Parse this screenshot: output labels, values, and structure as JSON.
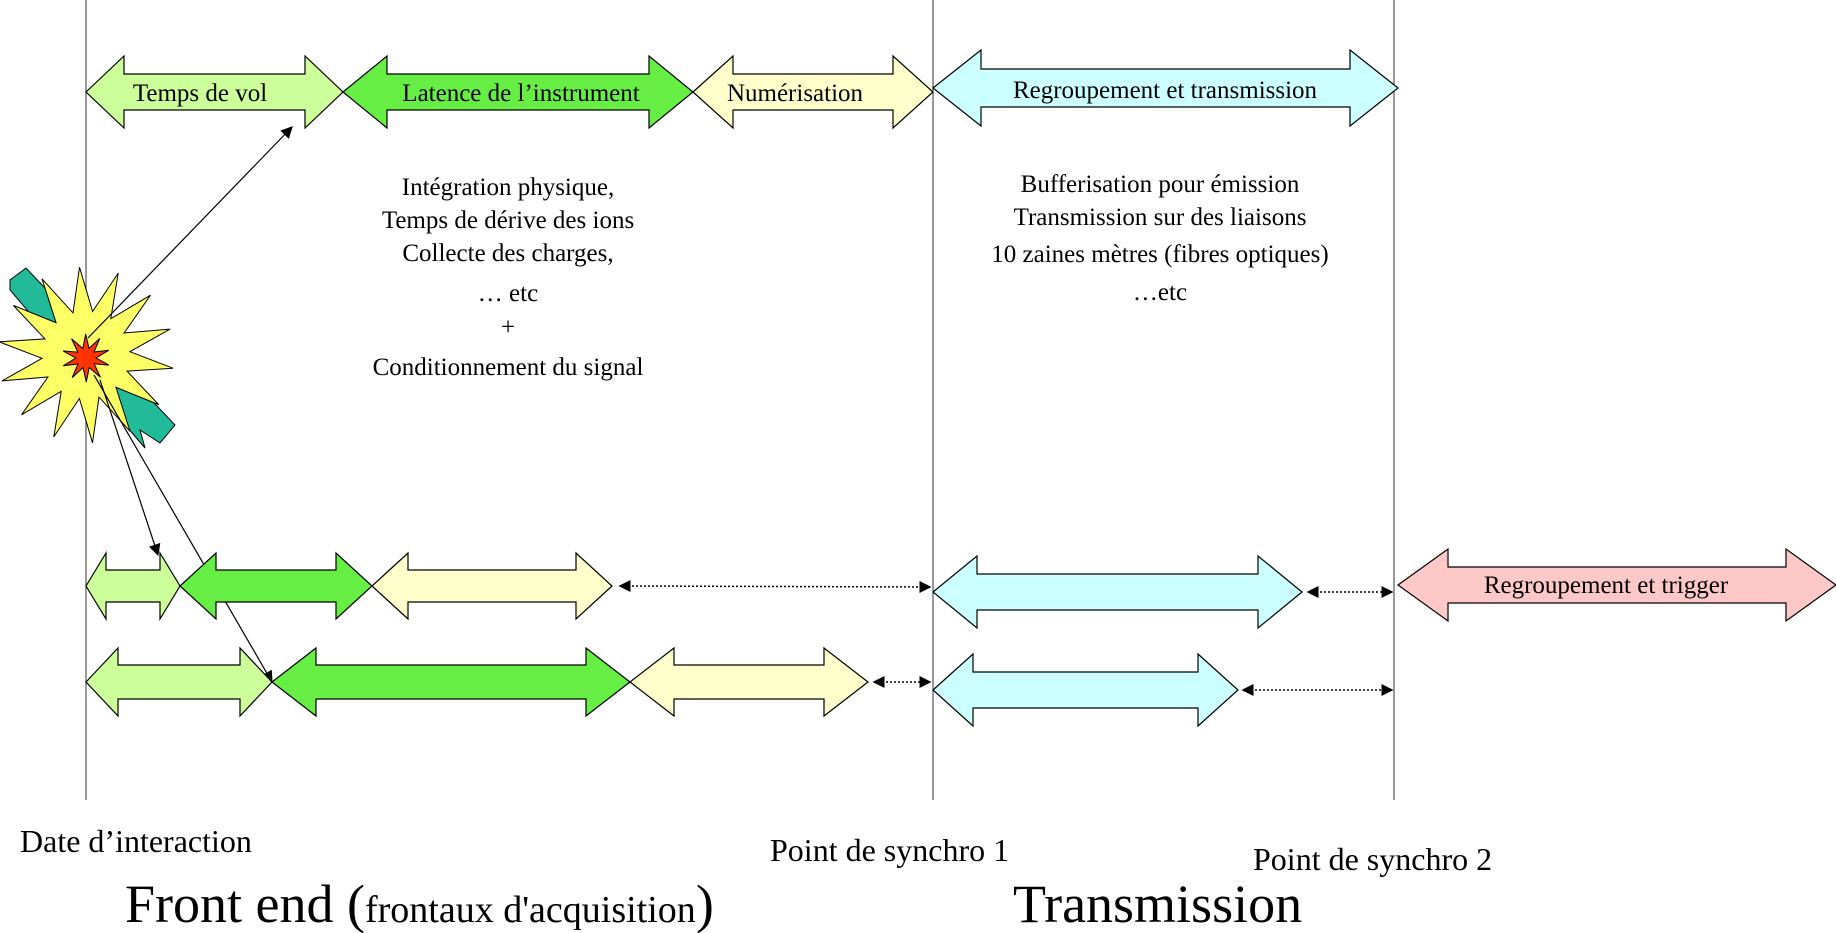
{
  "phases": {
    "flight_time": "Temps de vol",
    "instrument_latency": "Latence de l’instrument",
    "digitization": "Numérisation",
    "grouping_transmission": "Regroupement et transmission",
    "grouping_trigger": "Regroupement et trigger"
  },
  "latency_notes": [
    "Intégration physique,",
    "Temps de dérive des ions",
    "Collecte des charges,",
    "… etc",
    "+",
    "Conditionnement du signal"
  ],
  "transmission_notes": [
    "Bufferisation pour émission",
    "Transmission sur des liaisons",
    "10 zaines mètres (fibres optiques)",
    "…etc"
  ],
  "markers": {
    "interaction_date": "Date d’interaction",
    "sync_point_1": "Point de synchro 1",
    "sync_point_2": "Point de synchro 2"
  },
  "sections": {
    "front_end": "Front end (",
    "front_end_detail": "frontaux d'acquisition",
    "front_end_close": ")",
    "transmission": "Transmission"
  },
  "colors": {
    "flight_time": "#ccff99",
    "instrument_latency": "#66ee44",
    "digitization": "#ffffcc",
    "transmission": "#ccffff",
    "trigger": "#ffc8c8",
    "burst_outer": "#ffff66",
    "burst_inner": "#ff3300",
    "particle_track": "#22bb99"
  }
}
